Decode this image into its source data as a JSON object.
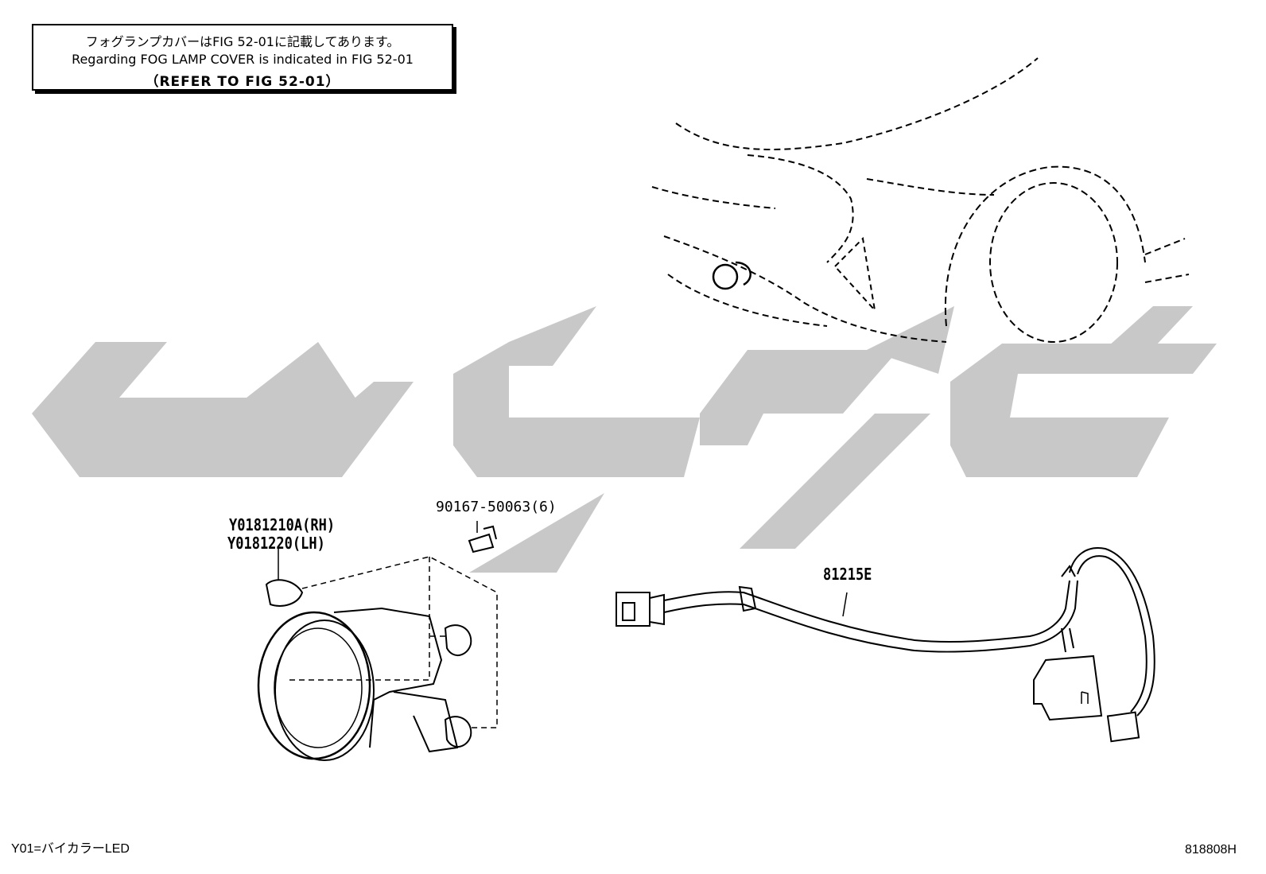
{
  "note": {
    "line_jp": "フォグランプカバーはFIG 52-01に記載してあります。",
    "line_en": "Regarding FOG LAMP COVER is indicated in FIG 52-01",
    "line_ref": "（REFER TO FIG 52-01）"
  },
  "parts": {
    "screw": "90167-50063(6)",
    "lamp_rh": "Y0181210A(RH)",
    "lamp_lh": "Y0181220(LH)",
    "harness": "81215E"
  },
  "footer": {
    "legend": "Y01=バイカラーLED",
    "illustration_id": "818808H"
  },
  "colors": {
    "line": "#000000",
    "watermark": "#c8c8c8",
    "background": "#ffffff"
  }
}
